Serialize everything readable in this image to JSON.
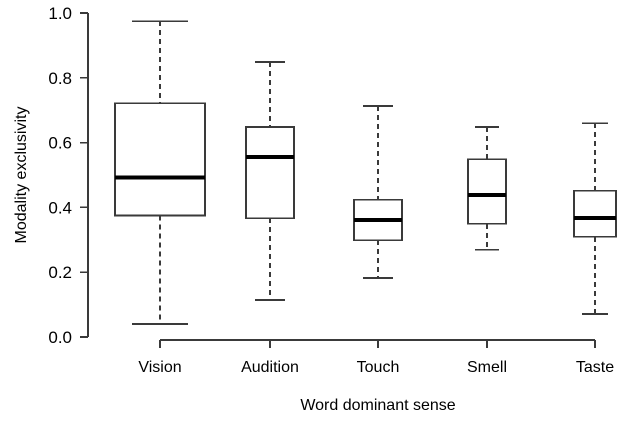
{
  "chart_data": {
    "type": "box",
    "title": "",
    "xlabel": "Word dominant sense",
    "ylabel": "Modality exclusivity",
    "categories": [
      "Vision",
      "Audition",
      "Touch",
      "Smell",
      "Taste"
    ],
    "ylim": [
      0.0,
      1.0
    ],
    "ytick_labels": [
      "0.0",
      "0.2",
      "0.4",
      "0.6",
      "0.8",
      "1.0"
    ],
    "ytick_values": [
      0.0,
      0.2,
      0.4,
      0.6,
      0.8,
      1.0
    ],
    "grid": false,
    "legend": "none",
    "boxes": [
      {
        "category": "Vision",
        "whisker_low": 0.04,
        "q1": 0.375,
        "median": 0.492,
        "q3": 0.722,
        "whisker_high": 0.975
      },
      {
        "category": "Audition",
        "whisker_low": 0.114,
        "q1": 0.367,
        "median": 0.556,
        "q3": 0.648,
        "whisker_high": 0.849
      },
      {
        "category": "Touch",
        "whisker_low": 0.182,
        "q1": 0.299,
        "median": 0.361,
        "q3": 0.423,
        "whisker_high": 0.713
      },
      {
        "category": "Smell",
        "whisker_low": 0.269,
        "q1": 0.349,
        "median": 0.438,
        "q3": 0.549,
        "whisker_high": 0.648
      },
      {
        "category": "Taste",
        "whisker_low": 0.071,
        "q1": 0.309,
        "median": 0.367,
        "q3": 0.451,
        "whisker_high": 0.66
      }
    ]
  },
  "axes": {
    "y_title": "Modality exclusivity",
    "x_title": "Word dominant sense",
    "y_ticks": [
      {
        "label": "1.0",
        "value": 1.0
      },
      {
        "label": "0.8",
        "value": 0.8
      },
      {
        "label": "0.6",
        "value": 0.6
      },
      {
        "label": "0.4",
        "value": 0.4
      },
      {
        "label": "0.2",
        "value": 0.2
      },
      {
        "label": "0.0",
        "value": 0.0
      }
    ],
    "x_ticks": [
      {
        "label": "Vision"
      },
      {
        "label": "Audition"
      },
      {
        "label": "Touch"
      },
      {
        "label": "Smell"
      },
      {
        "label": "Taste"
      }
    ]
  },
  "style": {
    "line_color": "#3a3a3a",
    "median_color": "#000000",
    "box_fill": "#ffffff",
    "background": "#ffffff",
    "text_color": "#000000"
  }
}
